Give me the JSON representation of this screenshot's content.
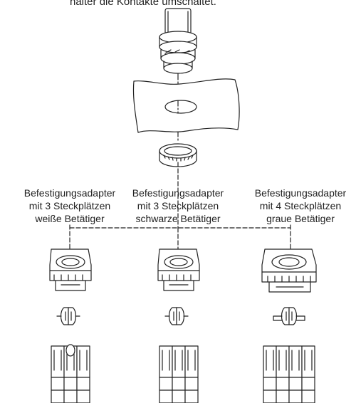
{
  "header_text": "halter die Kontakte umschaltet.",
  "adapters": [
    {
      "line1": "Befestigungsadapter",
      "line2": "mit 3 Steckplätzen",
      "line3": "weiße Betätiger"
    },
    {
      "line1": "Befestigungsadapter",
      "line2": "mit 3 Steckplätzen",
      "line3": "schwarze Betätiger"
    },
    {
      "line1": "Befestigungsadapter",
      "line2": "mit 4 Steckplätzen",
      "line3": "graue Betätiger"
    }
  ]
}
